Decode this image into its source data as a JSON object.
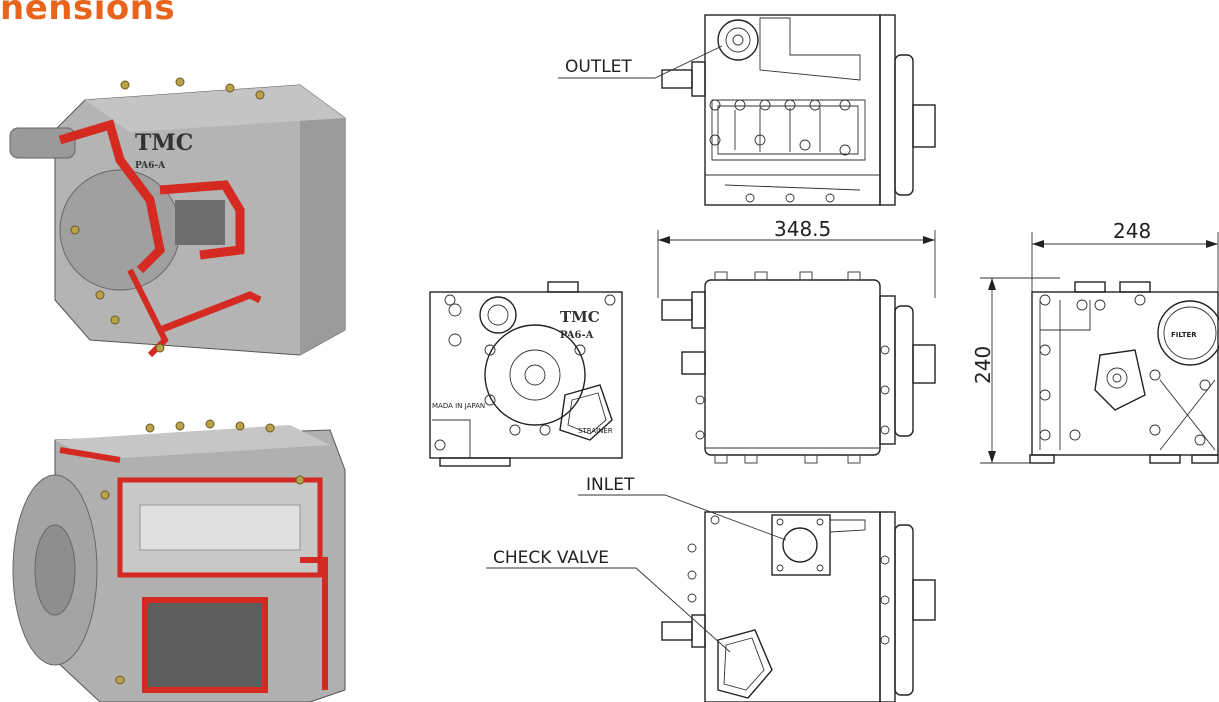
{
  "page": {
    "heading": "nensions",
    "heading_color": "#e8641c"
  },
  "callouts": {
    "outlet": "OUTLET",
    "inlet": "INLET",
    "check_valve": "CHECK VALVE"
  },
  "dimensions": {
    "length": "348.5",
    "width": "248",
    "height": "240"
  },
  "front_view": {
    "brand": "TMC",
    "model": "PA6-A",
    "origin": "MADA IN JAPAN",
    "plate": "STRAINER"
  },
  "side_view": {
    "filter": "FILTER"
  },
  "colors": {
    "cutaway_red": "#d42a22",
    "metal_grey": "#a6a6a6",
    "line": "#222222"
  }
}
